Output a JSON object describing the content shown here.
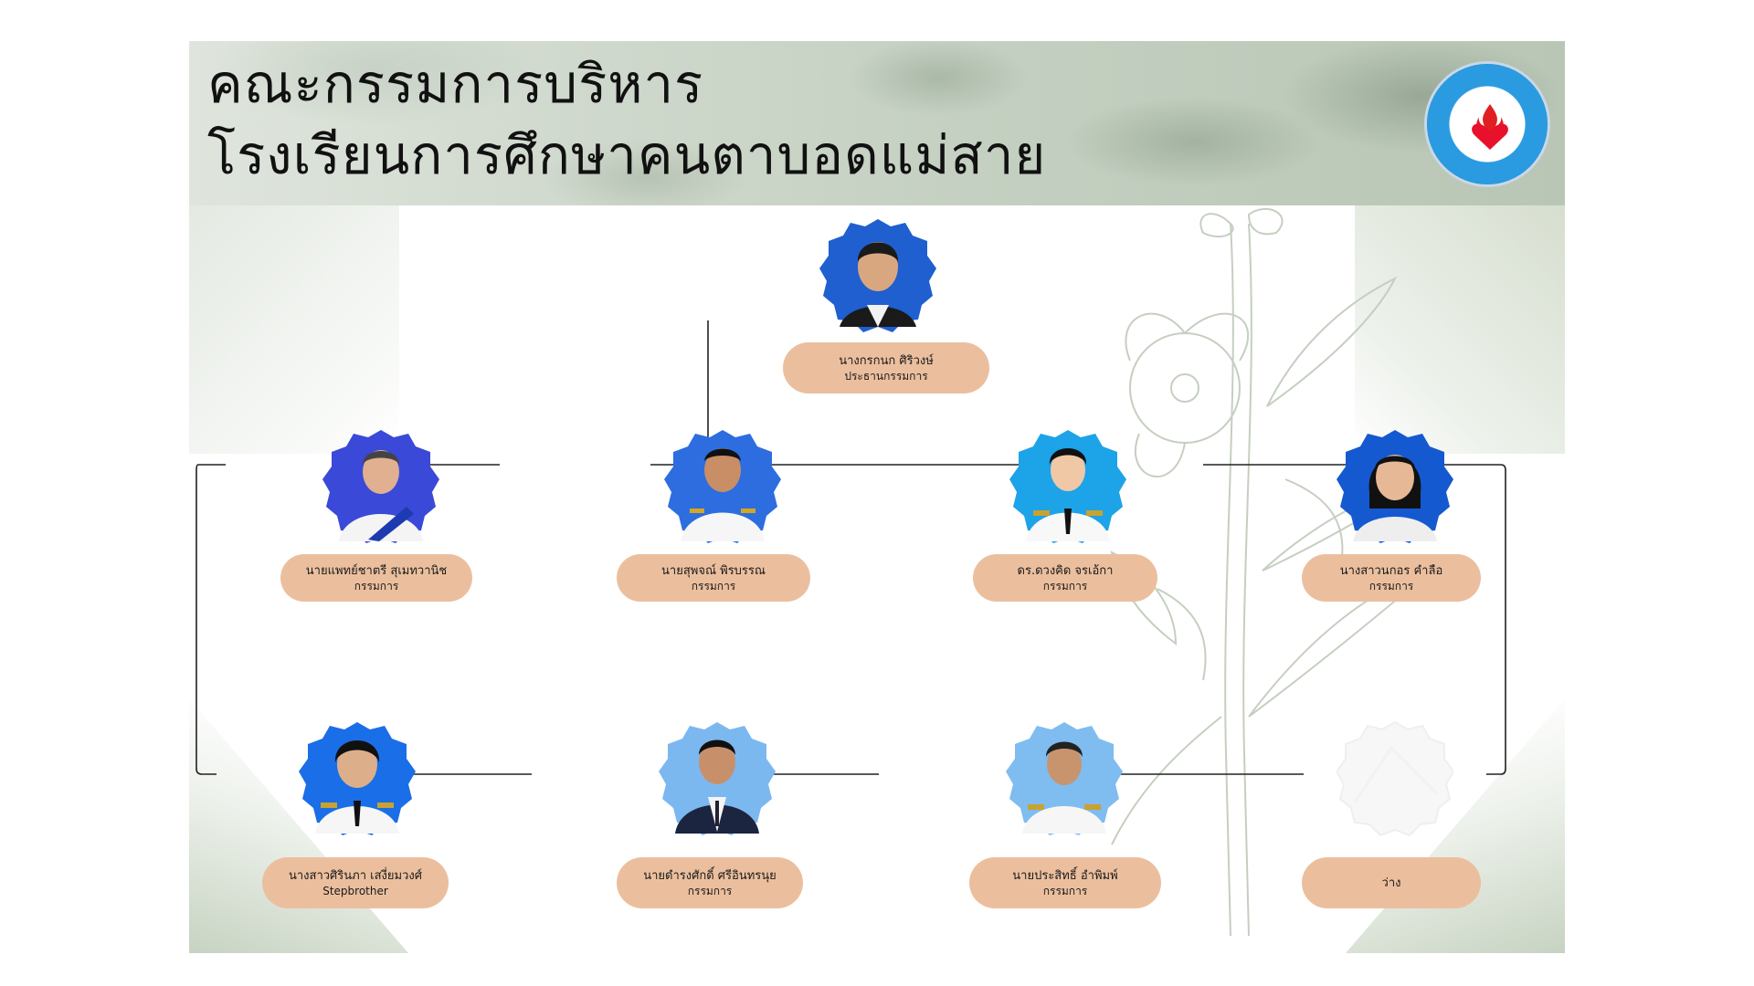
{
  "title": {
    "line1": "คณะกรรมการบริหาร",
    "line2": "โรงเรียนการศึกษาคนตาบอดแม่สาย"
  },
  "logo": {
    "icon": "school-seal-icon"
  },
  "colors": {
    "node_fill": "#ebbf9e",
    "connector": "#222222",
    "photo_blue": "#1f5fd0"
  },
  "chairman": {
    "name": "นางกรกนก ศิริวงษ์",
    "role": "ประธานกรรมการ"
  },
  "row1": [
    {
      "name": "นายแพทย์ชาตรี สุเมทวานิช",
      "role": "กรรมการ"
    },
    {
      "name": "นายสุพจณ์ พิรบรรณ",
      "role": "กรรมการ"
    },
    {
      "name": "ดร.ดวงคิด จรเอ้กา",
      "role": "กรรมการ"
    },
    {
      "name": "นางสาวนกอร คำลือ",
      "role": "กรรมการ"
    }
  ],
  "row2": [
    {
      "name": "นางสาวศิรินภา เสงี่ยมวงศ์",
      "role": "Stepbrother"
    },
    {
      "name": "นายดำรงศักดิ์ ศรีอินทรนุย",
      "role": "กรรมการ"
    },
    {
      "name": "นายประสิทธิ์ อำพิมพ์",
      "role": "กรรมการ"
    },
    {
      "name": "ว่าง",
      "role": ""
    }
  ]
}
